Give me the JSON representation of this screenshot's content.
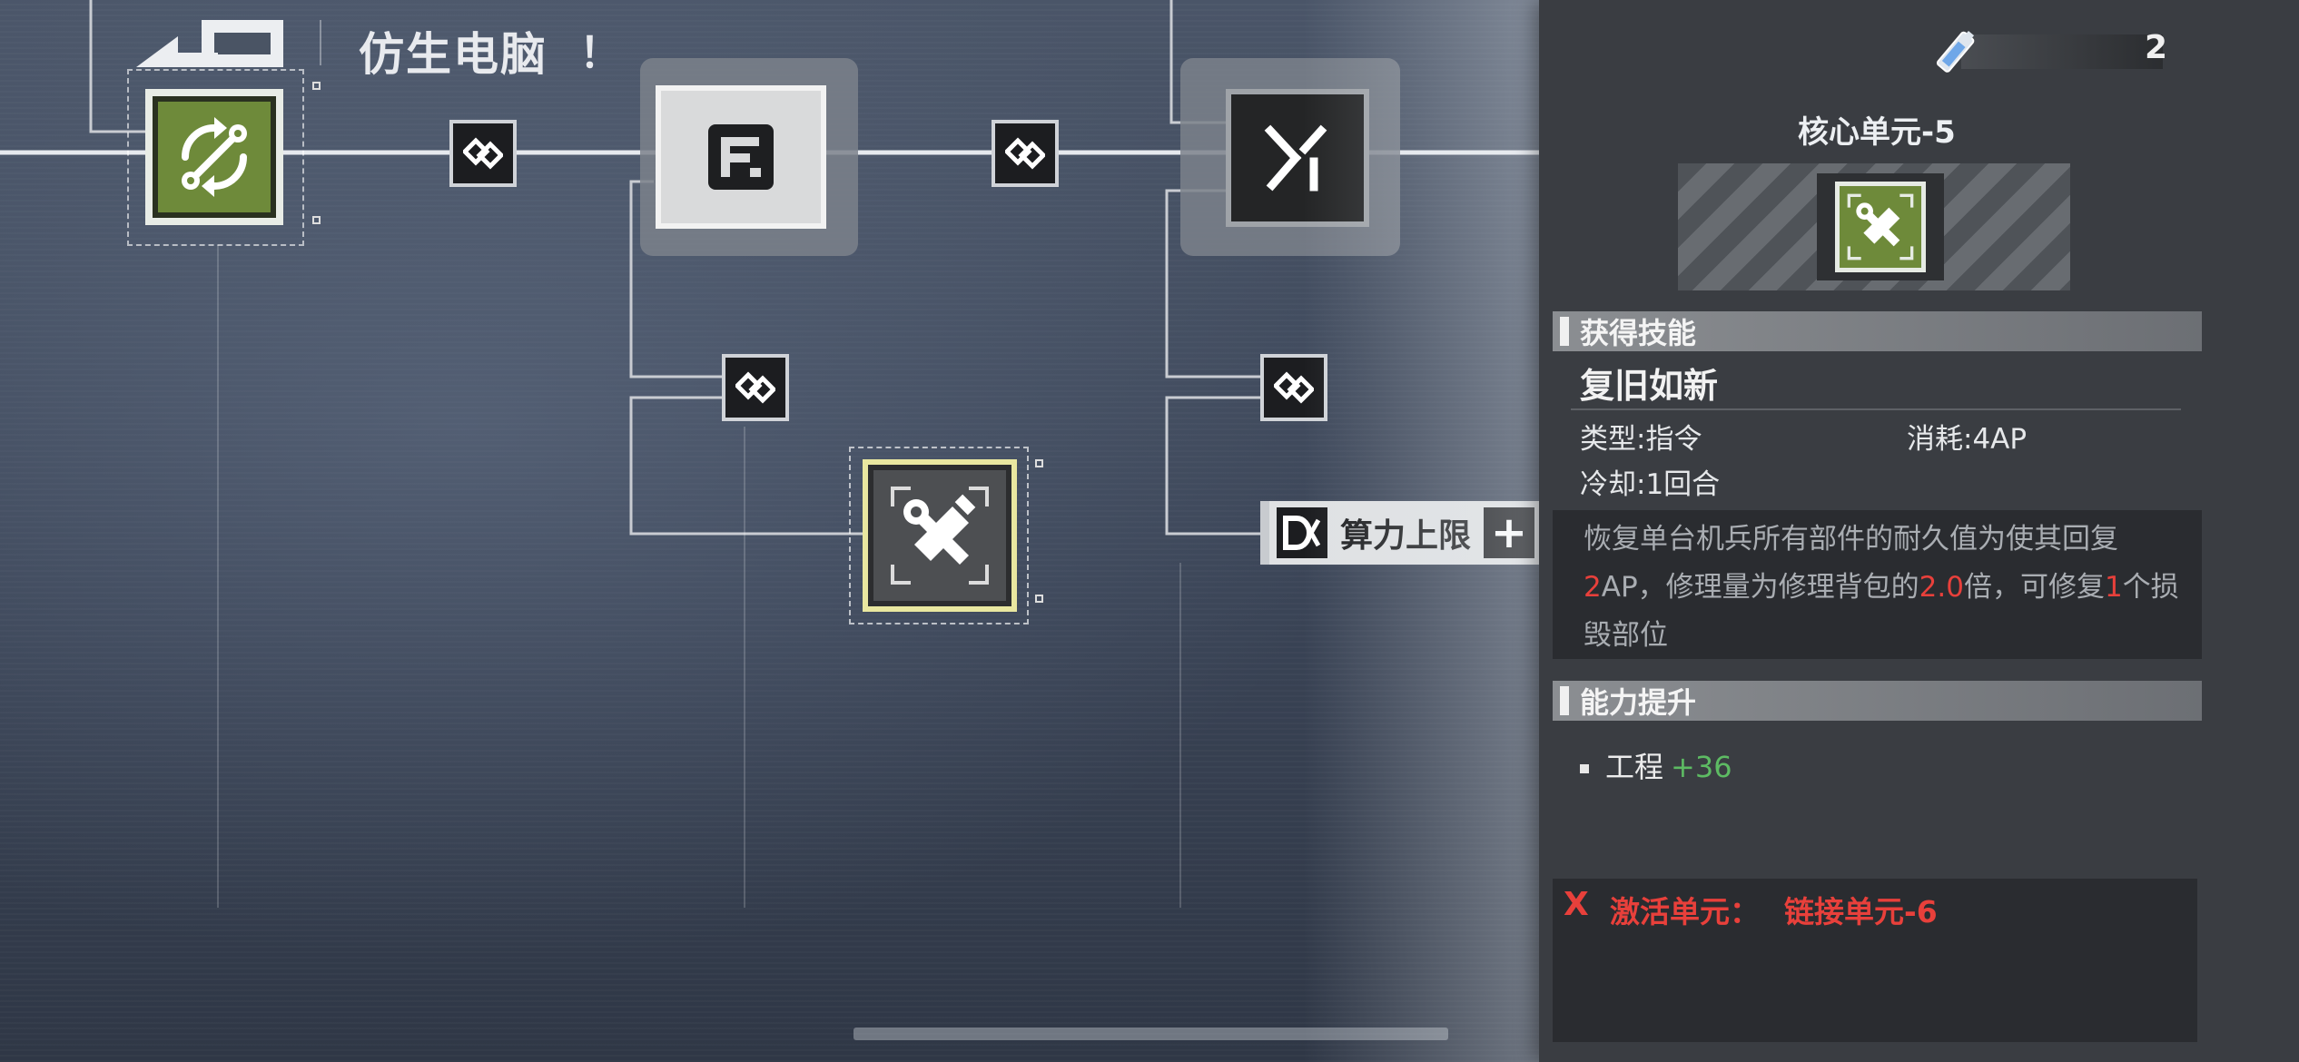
{
  "header": {
    "title": "仿生电脑",
    "title_suffix": "！"
  },
  "tree": {
    "capacity_node_label": "算力上限"
  },
  "panel": {
    "resource_count": "2",
    "unit_name": "核心单元-5",
    "skill_section_title": "获得技能",
    "skill": {
      "name": "复旧如新",
      "type": "类型:指令",
      "cost": "消耗:4AP",
      "cooldown": "冷却:1回合",
      "desc_p1": "恢复单台机兵所有部件的耐久值为使其回复",
      "desc_hl1": "2",
      "desc_p2": "AP，修理量为修理背包的",
      "desc_hl2": "2.0",
      "desc_p3": "倍，可修复",
      "desc_hl3": "1",
      "desc_p4": "个损毁部位"
    },
    "ability_section_title": "能力提升",
    "ability": {
      "name": "工程",
      "value": "+36"
    },
    "activate": {
      "mark": "X",
      "label": "激活单元：",
      "target": "链接单元-6"
    }
  },
  "colors": {
    "accent_green": "#6e8a3a",
    "highlight_red": "#e8403b",
    "stat_green": "#5dbb63",
    "select_yellow": "#e9e7a0"
  },
  "icons": [
    "back-arrow-icon",
    "wrench-cycle-icon",
    "chain-link-icon",
    "f-chip-icon",
    "y-chip-icon",
    "tools-icon",
    "dx-icon",
    "plus-icon",
    "battery-icon"
  ]
}
